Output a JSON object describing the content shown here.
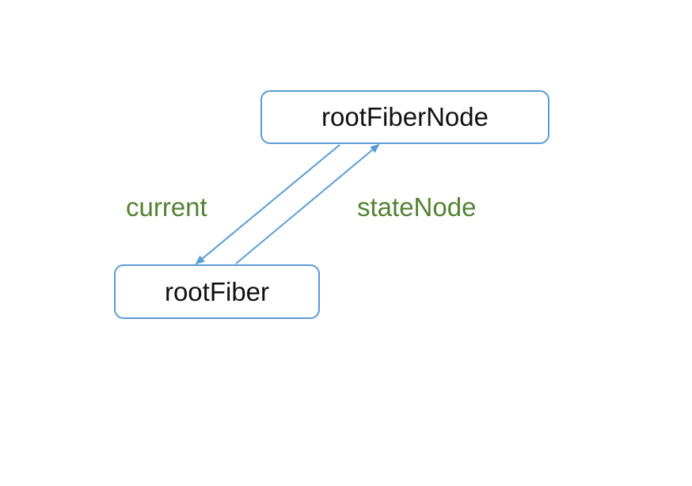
{
  "diagram": {
    "nodes": {
      "root_fiber_node": "rootFiberNode",
      "root_fiber": "rootFiber"
    },
    "edges": [
      {
        "from": "rootFiberNode",
        "to": "rootFiber",
        "label": "current"
      },
      {
        "from": "rootFiber",
        "to": "rootFiberNode",
        "label": "stateNode"
      }
    ],
    "edge_labels": {
      "current": "current",
      "state_node": "stateNode"
    },
    "colors": {
      "box_border": "#5b9bd5",
      "arrow": "#5b9bd5",
      "label_text": "#548235",
      "node_text": "#111111"
    }
  }
}
